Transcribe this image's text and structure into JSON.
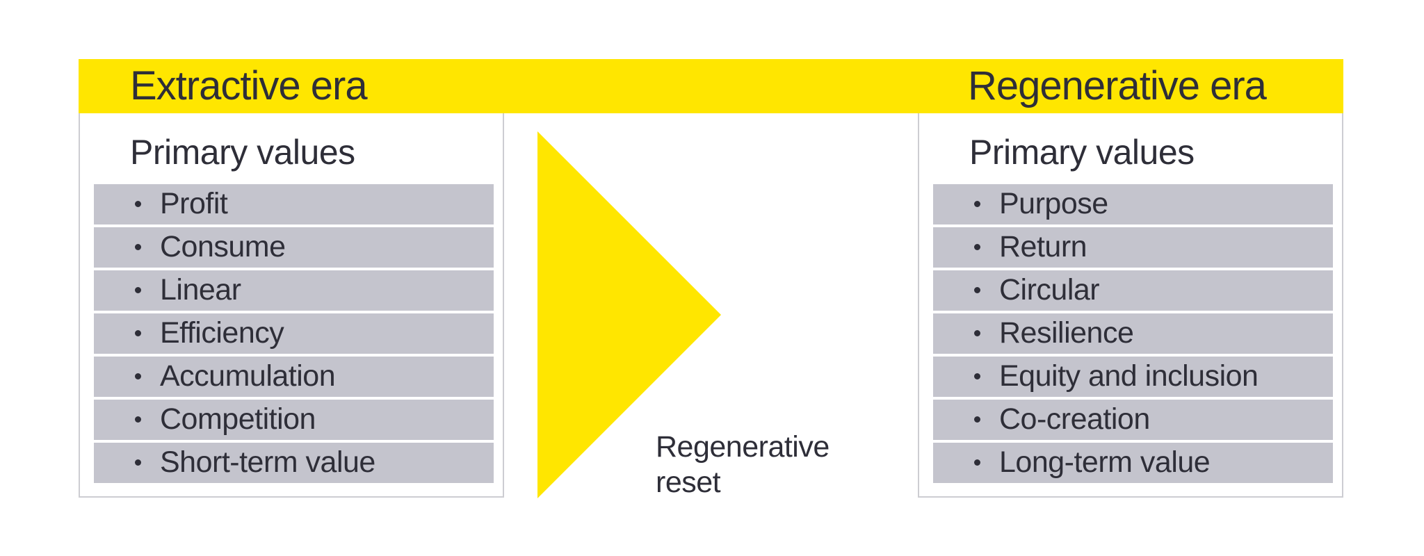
{
  "colors": {
    "accent-yellow": "#ffe600",
    "text-dark": "#2e2e38",
    "row-gray": "#c4c4cd",
    "panel-border": "#cdcdd2",
    "background": "#ffffff"
  },
  "banner": {
    "left_title": "Extractive era",
    "right_title": "Regenerative era"
  },
  "left_panel": {
    "heading": "Primary values",
    "items": [
      "Profit",
      "Consume",
      "Linear",
      "Efficiency",
      "Accumulation",
      "Competition",
      "Short-term value"
    ]
  },
  "right_panel": {
    "heading": "Primary values",
    "items": [
      "Purpose",
      "Return",
      "Circular",
      "Resilience",
      "Equity and inclusion",
      "Co-creation",
      "Long-term value"
    ]
  },
  "arrow": {
    "label_line1": "Regenerative",
    "label_line2": "reset"
  }
}
